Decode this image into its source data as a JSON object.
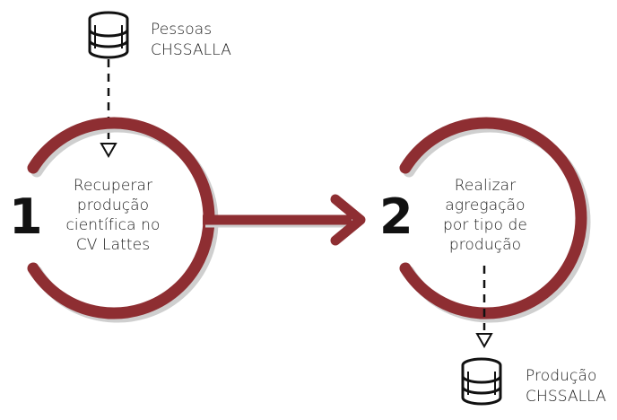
{
  "colors": {
    "ring": "#8e2e32",
    "shadow": "#cfcfcf",
    "ink": "#111111"
  },
  "source_db": {
    "icon": "database-icon",
    "label_line1": "Pessoas",
    "label_line2": "CHSSALLA"
  },
  "step1": {
    "number": "1",
    "lines": [
      "Recuperar",
      "produção",
      "científica no",
      "CV Lattes"
    ]
  },
  "step2": {
    "number": "2",
    "lines": [
      "Realizar",
      "agregação",
      "por tipo de",
      "produção"
    ]
  },
  "output_db": {
    "icon": "database-icon",
    "label_line1": "Produção",
    "label_line2": "CHSSALLA"
  }
}
